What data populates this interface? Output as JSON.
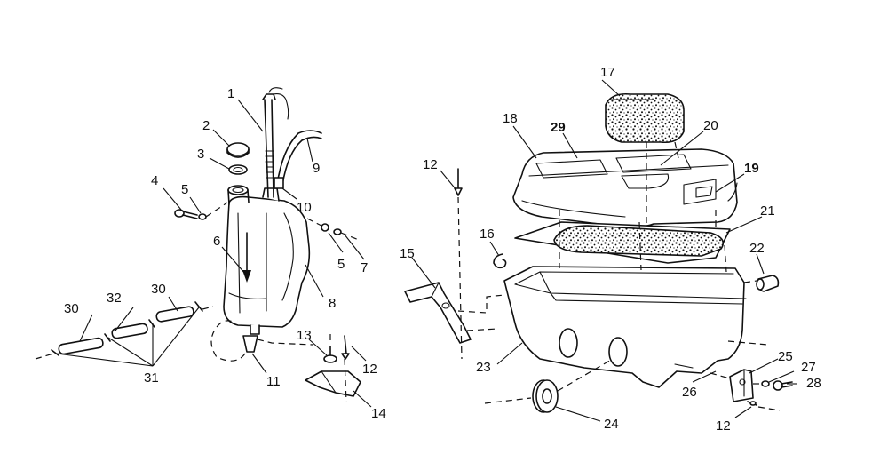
{
  "callouts": {
    "c1": "1",
    "c2": "2",
    "c3": "3",
    "c4": "4",
    "c5a": "5",
    "c5b": "5",
    "c6": "6",
    "c7": "7",
    "c8": "8",
    "c9": "9",
    "c10": "10",
    "c11": "11",
    "c12a": "12",
    "c12b": "12",
    "c12c": "12",
    "c13": "13",
    "c14": "14",
    "c15": "15",
    "c16": "16",
    "c17": "17",
    "c18": "18",
    "c19": "19",
    "c20": "20",
    "c21": "21",
    "c22": "22",
    "c23": "23",
    "c24": "24",
    "c25": "25",
    "c26": "26",
    "c27": "27",
    "c28": "28",
    "c29": "29",
    "c30a": "30",
    "c30b": "30",
    "c31": "31",
    "c32": "32"
  }
}
